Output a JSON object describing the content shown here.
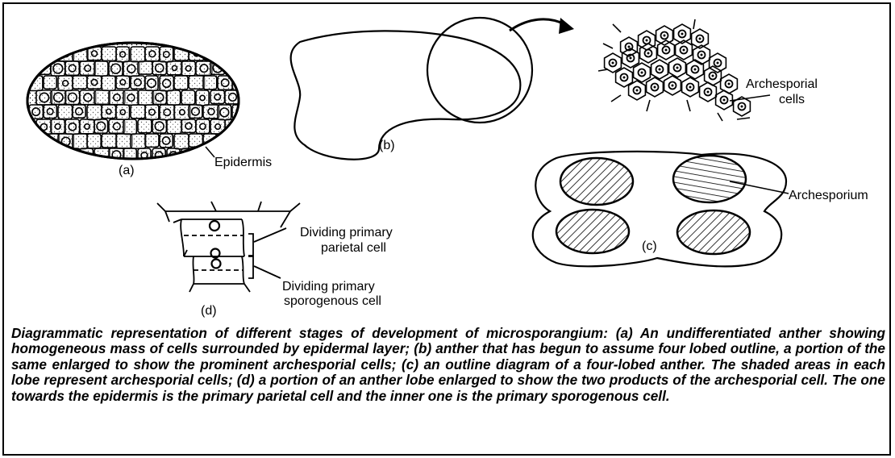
{
  "labels": {
    "a": "(a)",
    "b": "(b)",
    "c": "(c)",
    "d": "(d)",
    "epidermis": "Epidermis",
    "archesporial_cells_1": "Archesporial",
    "archesporial_cells_2": "cells",
    "archesporium": "Archesporium",
    "parietal_1": "Dividing primary",
    "parietal_2": "parietal cell",
    "sporogenous_1": "Dividing primary",
    "sporogenous_2": "sporogenous cell"
  },
  "caption": "Diagrammatic representation of different stages of development of microsporangium: (a) An undifferentiated anther showing homogeneous mass of cells surrounded by epidermal layer; (b) anther that has begun to assume four lobed outline, a portion of the same enlarged to show the prominent archesporial cells; (c) an outline diagram of a four-lobed anther. The shaded areas in each lobe represent archesporial cells; (d) a portion of an anther lobe enlarged to show the two products of the archesporial cell. The one towards the epidermis is the primary parietal cell and the inner one is the primary sporogenous cell."
}
